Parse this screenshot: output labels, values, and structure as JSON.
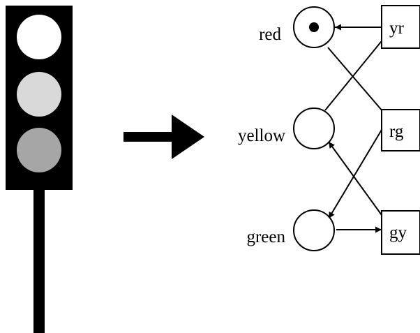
{
  "colors": {
    "background": "#ffffff",
    "ink": "#000000",
    "lamp_top": "#ffffff",
    "lamp_middle": "#d9d9d9",
    "lamp_bottom": "#a6a6a6"
  },
  "traffic_light": {
    "lamps": [
      {
        "name": "top",
        "color": "#ffffff"
      },
      {
        "name": "middle",
        "color": "#d9d9d9"
      },
      {
        "name": "bottom",
        "color": "#a6a6a6"
      }
    ]
  },
  "petri_net": {
    "places": [
      {
        "id": "red",
        "label": "red",
        "tokens": 1
      },
      {
        "id": "yellow",
        "label": "yellow",
        "tokens": 0
      },
      {
        "id": "green",
        "label": "green",
        "tokens": 0
      }
    ],
    "transitions": [
      {
        "id": "yr",
        "label": "yr"
      },
      {
        "id": "rg",
        "label": "rg"
      },
      {
        "id": "gy",
        "label": "gy"
      }
    ],
    "arcs": [
      {
        "from": "yellow",
        "to": "yr"
      },
      {
        "from": "yr",
        "to": "red"
      },
      {
        "from": "red",
        "to": "rg"
      },
      {
        "from": "rg",
        "to": "green"
      },
      {
        "from": "green",
        "to": "gy"
      },
      {
        "from": "gy",
        "to": "yellow"
      }
    ]
  }
}
